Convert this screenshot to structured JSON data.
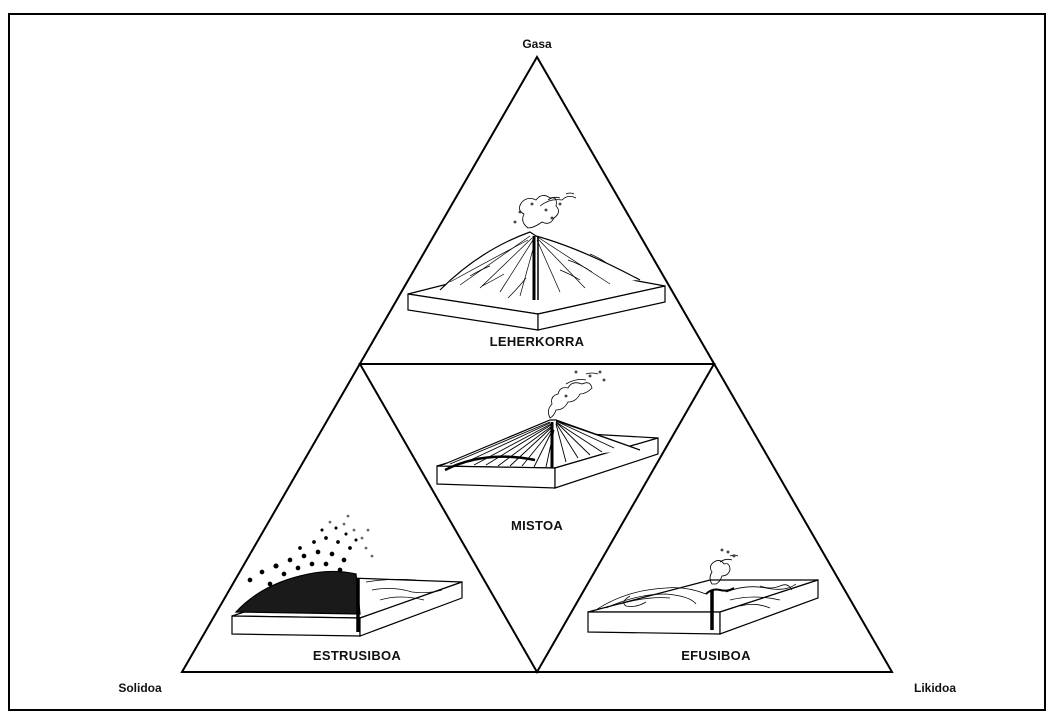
{
  "vertices": {
    "top": "Gasa",
    "left": "Solidoa",
    "right": "Likidoa"
  },
  "regions": [
    {
      "id": "top",
      "label": "LEHERKORRA"
    },
    {
      "id": "center",
      "label": "MISTOA"
    },
    {
      "id": "left",
      "label": "ESTRUSIBOA"
    },
    {
      "id": "right",
      "label": "EFUSIBOA"
    }
  ]
}
